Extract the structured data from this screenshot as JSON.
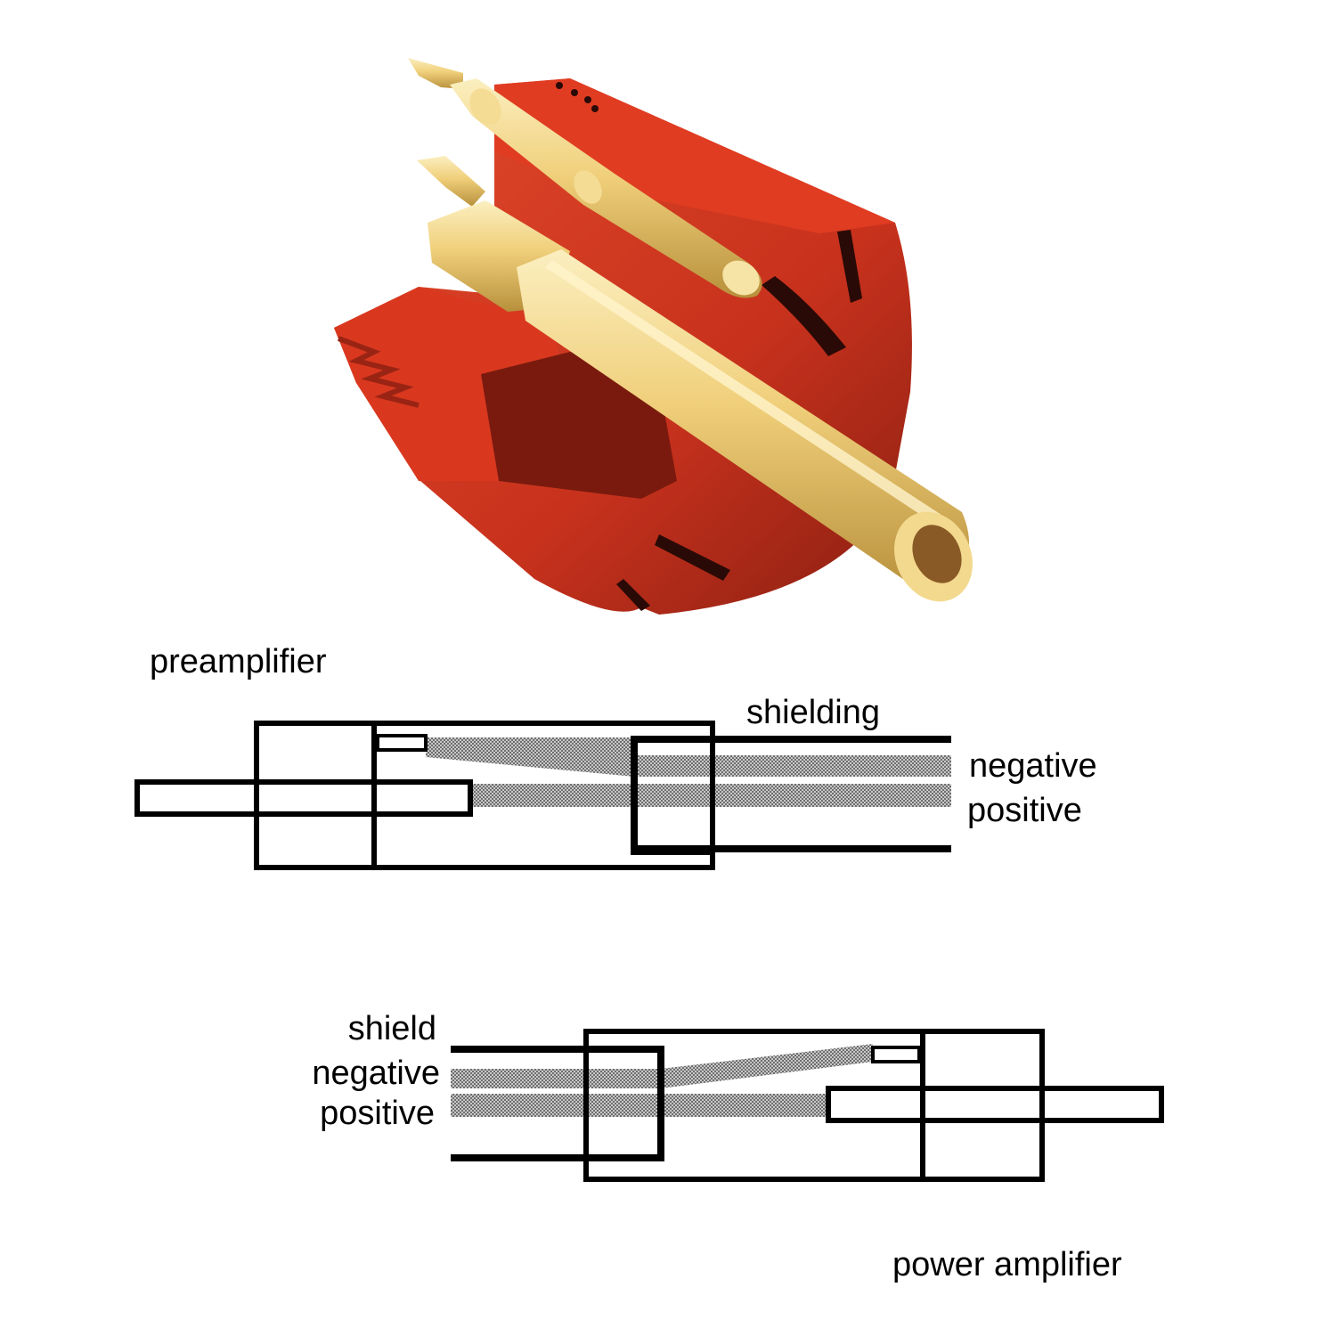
{
  "illustration": {
    "subject": "connector-cutaway",
    "colors": {
      "housing": "#d8351f",
      "housing_dark": "#8a1f12",
      "pin": "#f0cf7a",
      "pin_highlight": "#fbefc0",
      "pin_shadow": "#b8903c"
    }
  },
  "diagram_top": {
    "end_label": "preamplifier",
    "shield_label": "shielding",
    "negative_label": "negative",
    "positive_label": "positive"
  },
  "diagram_bottom": {
    "shield_label": "shield",
    "negative_label": "negative",
    "positive_label": "positive",
    "end_label": "power amplifier"
  },
  "colors": {
    "line": "#000000",
    "wire_fill": "#8c8c8c"
  }
}
